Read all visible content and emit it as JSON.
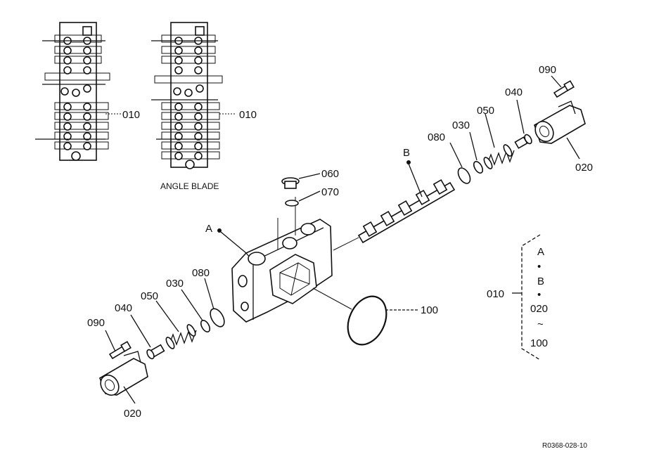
{
  "labels": {
    "valve_left": "010",
    "valve_right": "010",
    "angle_blade": "ANGLE BLADE",
    "plug": "060",
    "oring_small": "070",
    "point_a": "A",
    "point_b": "B",
    "bolt_right": "090",
    "stopper_right": "040",
    "spring_right": "050",
    "seat_right": "030",
    "oring_right": "080",
    "cap_right": "020",
    "bolt_left": "090",
    "stopper_left": "040",
    "spring_left": "050",
    "seat_left": "030",
    "oring_left": "080",
    "cap_left": "020",
    "oring_large": "100"
  },
  "legend": {
    "group": "010",
    "items": [
      "A",
      "•",
      "B",
      "•",
      "020",
      "~",
      "100"
    ]
  },
  "drawing_code": "R0368-028-10"
}
